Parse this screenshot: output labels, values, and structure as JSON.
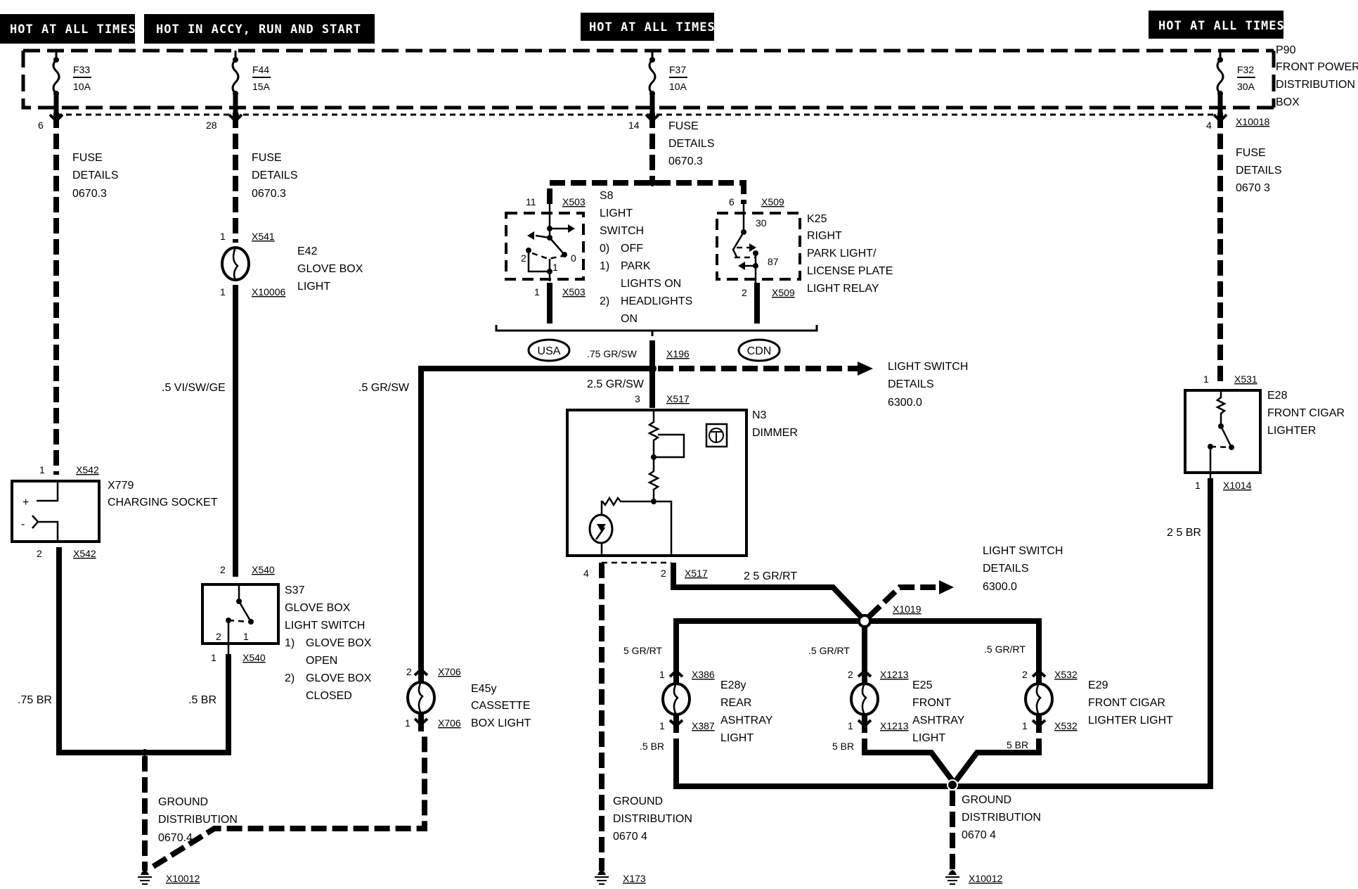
{
  "power_labels": [
    {
      "id": "hot1",
      "text": "HOT AT ALL TIMES"
    },
    {
      "id": "hot2",
      "text": "HOT IN ACCY, RUN AND  START"
    },
    {
      "id": "hot3",
      "text": "HOT AT ALL TIMES"
    },
    {
      "id": "hot4",
      "text": "HOT AT ALL TIMES"
    }
  ],
  "fuse_box": {
    "lines": [
      "P90",
      "FRONT POWER",
      "DISTRIBUTION",
      "BOX"
    ]
  },
  "fuses": [
    {
      "name": "F33",
      "rating": "10A",
      "pin": "6"
    },
    {
      "name": "F44",
      "rating": "15A",
      "pin": "28"
    },
    {
      "name": "F37",
      "rating": "10A",
      "pin": "14"
    },
    {
      "name": "F32",
      "rating": "30A",
      "pin": "4",
      "connector": "X10018"
    }
  ],
  "fuse_details": {
    "lines": [
      "FUSE",
      "DETAILS",
      "0670.3"
    ],
    "alt_ref": "0670 3"
  },
  "light_switch_details": {
    "lines": [
      "LIGHT SWITCH",
      "DETAILS",
      "6300.0"
    ]
  },
  "ground_distribution": {
    "lines": [
      "GROUND",
      "DISTRIBUTION"
    ],
    "ref_a": "0670.4",
    "ref_b": "0670 4"
  },
  "components": {
    "e42": {
      "lines": [
        "E42",
        "GLOVE BOX",
        "LIGHT"
      ],
      "conn_top": "X541",
      "pin_top": "1",
      "conn_bot": "X10006",
      "pin_bot": "1"
    },
    "x779": {
      "lines": [
        "X779",
        "CHARGING SOCKET"
      ],
      "conn_top": "X542",
      "pin_top": "1",
      "conn_bot": "X542",
      "pin_bot": "2",
      "plus": "+",
      "minus": "-"
    },
    "s37": {
      "lines": [
        "S37",
        "GLOVE BOX",
        "LIGHT SWITCH"
      ],
      "states": [
        {
          "n": "1)",
          "text": [
            "GLOVE BOX",
            "OPEN"
          ]
        },
        {
          "n": "2)",
          "text": [
            "GLOVE BOX",
            "CLOSED"
          ]
        }
      ],
      "conn_top": "X540",
      "pin_top": "2",
      "conn_bot": "X540",
      "pin_bot": "1",
      "contact_a": "2",
      "contact_b": "1"
    },
    "s8": {
      "lines": [
        "S8",
        "LIGHT",
        "SWITCH"
      ],
      "states": [
        {
          "n": "0)",
          "text": [
            "OFF"
          ]
        },
        {
          "n": "1)",
          "text": [
            "PARK",
            "LIGHTS ON"
          ]
        },
        {
          "n": "2)",
          "text": [
            "HEADLIGHTS",
            "ON"
          ]
        }
      ],
      "conn_top": "X503",
      "pin_top": "11",
      "conn_bot": "X503",
      "pin_bot": "1",
      "pos_a": "2",
      "pos_b": "1",
      "pos_c": "0"
    },
    "k25": {
      "lines": [
        "K25",
        "RIGHT",
        "PARK LIGHT/",
        "LICENSE PLATE",
        "LIGHT RELAY"
      ],
      "conn_top": "X509",
      "pin_top": "6",
      "conn_bot": "X509",
      "pin_bot": "2",
      "term_a": "30",
      "term_b": "87"
    },
    "x196": {
      "label": "X196",
      "wire": ".75 GR/SW",
      "usa": "USA",
      "cdn": "CDN"
    },
    "n3": {
      "lines": [
        "N3",
        "DIMMER"
      ],
      "conn_top": "X517",
      "pin_top": "3",
      "conn_bot": "X517",
      "pin_bot_a": "4",
      "pin_bot_b": "2",
      "wire_in": "2.5 GR/SW"
    },
    "e45y": {
      "lines": [
        "E45y",
        "CASSETTE",
        "BOX LIGHT"
      ],
      "conn_top": "X706",
      "pin_top": "2",
      "conn_bot": "X706",
      "pin_bot": "1"
    },
    "e28y": {
      "lines": [
        "E28y",
        "REAR",
        "ASHTRAY",
        "LIGHT"
      ],
      "conn_top": "X386",
      "pin_top": "1",
      "conn_bot": "X387",
      "pin_bot": "1"
    },
    "e25": {
      "lines": [
        "E25",
        "FRONT",
        "ASHTRAY",
        "LIGHT"
      ],
      "conn_top": "X1213",
      "pin_top": "2",
      "conn_bot": "X1213",
      "pin_bot": "1"
    },
    "e29": {
      "lines": [
        "E29",
        "FRONT CIGAR",
        "LIGHTER LIGHT"
      ],
      "conn_top": "X532",
      "pin_top": "2",
      "conn_bot": "X532",
      "pin_bot": "1"
    },
    "e28": {
      "lines": [
        "E28",
        "FRONT CIGAR",
        "LIGHTER"
      ],
      "conn_top": "X531",
      "pin_top": "1",
      "conn_bot": "X1014",
      "pin_bot": "1"
    },
    "x1019": {
      "label": "X1019"
    }
  },
  "wires": {
    "vi_sw_ge": ".5 VI/SW/GE",
    "gr_sw": ".5 GR/SW",
    "br_75": ".75 BR",
    "br_5": ".5 BR",
    "gr_rt_25": "2 5 GR/RT",
    "gr_rt_5a": "5 GR/RT",
    "gr_rt_5b": ".5 GR/RT",
    "gr_rt_5c": ".5 GR/RT",
    "br_5b": ".5 BR",
    "br_5c": "5 BR",
    "br_5d": "5 BR",
    "br_25": "2 5 BR"
  },
  "grounds": [
    {
      "id": "g1",
      "label": "X10012"
    },
    {
      "id": "g2",
      "label": "X173"
    },
    {
      "id": "g3",
      "label": "X10012"
    }
  ]
}
